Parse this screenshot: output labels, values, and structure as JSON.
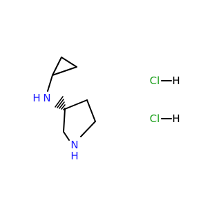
{
  "molecule": {
    "colors": {
      "bond": "#000000",
      "nitrogen": "#1a1aff",
      "chlorine": "#22a322"
    },
    "atoms": {
      "amine_n": "N",
      "amine_h": "H",
      "ring_n": "N",
      "ring_h": "H"
    },
    "salts": [
      {
        "cl": "Cl",
        "h": "H"
      },
      {
        "cl": "Cl",
        "h": "H"
      }
    ]
  }
}
